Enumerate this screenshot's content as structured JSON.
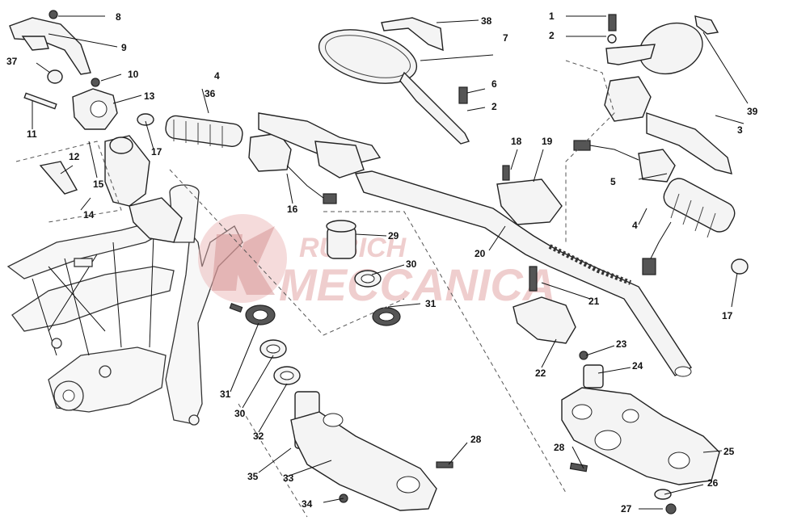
{
  "diagram": {
    "watermark": {
      "line1": "RUBICH",
      "line2": "MECCANICA"
    },
    "callouts": [
      {
        "id": "c8",
        "text": "8"
      },
      {
        "id": "c9",
        "text": "9"
      },
      {
        "id": "c37",
        "text": "37"
      },
      {
        "id": "c10",
        "text": "10"
      },
      {
        "id": "c13",
        "text": "13"
      },
      {
        "id": "c11",
        "text": "11"
      },
      {
        "id": "c12",
        "text": "12"
      },
      {
        "id": "c15",
        "text": "15"
      },
      {
        "id": "c14",
        "text": "14"
      },
      {
        "id": "c17a",
        "text": "17"
      },
      {
        "id": "c4a",
        "text": "4"
      },
      {
        "id": "c36",
        "text": "36"
      },
      {
        "id": "c16",
        "text": "16"
      },
      {
        "id": "c38",
        "text": "38"
      },
      {
        "id": "c7",
        "text": "7"
      },
      {
        "id": "c6",
        "text": "6"
      },
      {
        "id": "c2a",
        "text": "2"
      },
      {
        "id": "c29",
        "text": "29"
      },
      {
        "id": "c30a",
        "text": "30"
      },
      {
        "id": "c31a",
        "text": "31"
      },
      {
        "id": "c31b",
        "text": "31"
      },
      {
        "id": "c30b",
        "text": "30"
      },
      {
        "id": "c32",
        "text": "32"
      },
      {
        "id": "c35",
        "text": "35"
      },
      {
        "id": "c33",
        "text": "33"
      },
      {
        "id": "c34",
        "text": "34"
      },
      {
        "id": "c28a",
        "text": "28"
      },
      {
        "id": "c18",
        "text": "18"
      },
      {
        "id": "c19",
        "text": "19"
      },
      {
        "id": "c20",
        "text": "20"
      },
      {
        "id": "c21",
        "text": "21"
      },
      {
        "id": "c22",
        "text": "22"
      },
      {
        "id": "c23",
        "text": "23"
      },
      {
        "id": "c24",
        "text": "24"
      },
      {
        "id": "c28b",
        "text": "28"
      },
      {
        "id": "c25",
        "text": "25"
      },
      {
        "id": "c26",
        "text": "26"
      },
      {
        "id": "c27",
        "text": "27"
      },
      {
        "id": "c1",
        "text": "1"
      },
      {
        "id": "c2b",
        "text": "2"
      },
      {
        "id": "c39",
        "text": "39"
      },
      {
        "id": "c3",
        "text": "3"
      },
      {
        "id": "c5",
        "text": "5"
      },
      {
        "id": "c4b",
        "text": "4"
      },
      {
        "id": "c17b",
        "text": "17"
      }
    ]
  }
}
